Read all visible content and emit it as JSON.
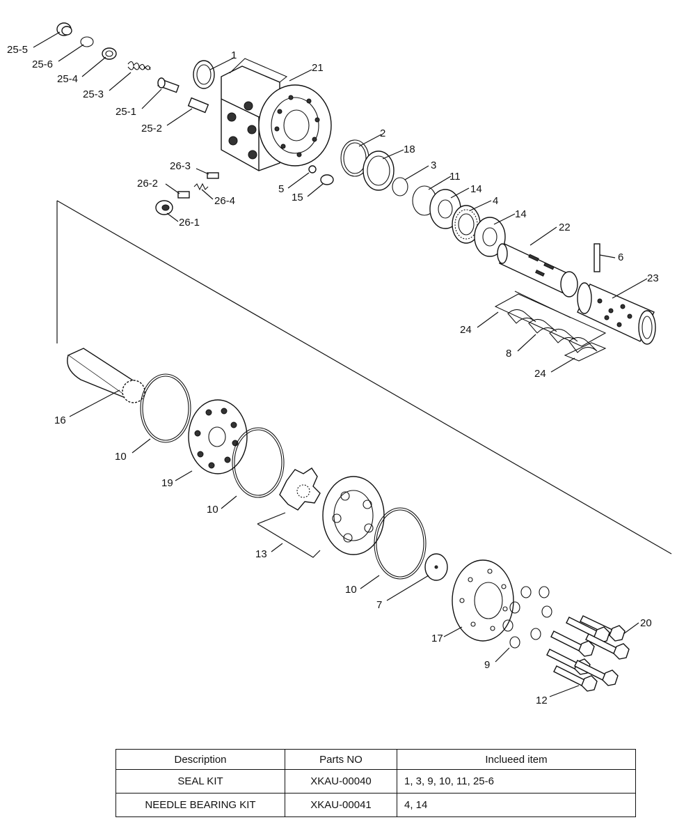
{
  "callouts": [
    {
      "id": "c1",
      "text": "1"
    },
    {
      "id": "c21",
      "text": "21"
    },
    {
      "id": "c25_5",
      "text": "25-5"
    },
    {
      "id": "c25_6",
      "text": "25-6"
    },
    {
      "id": "c25_4",
      "text": "25-4"
    },
    {
      "id": "c25_3",
      "text": "25-3"
    },
    {
      "id": "c25_1",
      "text": "25-1"
    },
    {
      "id": "c25_2",
      "text": "25-2"
    },
    {
      "id": "c2",
      "text": "2"
    },
    {
      "id": "c18",
      "text": "18"
    },
    {
      "id": "c3",
      "text": "3"
    },
    {
      "id": "c11",
      "text": "11"
    },
    {
      "id": "c14a",
      "text": "14"
    },
    {
      "id": "c4",
      "text": "4"
    },
    {
      "id": "c14b",
      "text": "14"
    },
    {
      "id": "c22",
      "text": "22"
    },
    {
      "id": "c6",
      "text": "6"
    },
    {
      "id": "c23",
      "text": "23"
    },
    {
      "id": "c26_3",
      "text": "26-3"
    },
    {
      "id": "c26_2",
      "text": "26-2"
    },
    {
      "id": "c26_4",
      "text": "26-4"
    },
    {
      "id": "c26_1",
      "text": "26-1"
    },
    {
      "id": "c5",
      "text": "5"
    },
    {
      "id": "c15",
      "text": "15"
    },
    {
      "id": "c24a",
      "text": "24"
    },
    {
      "id": "c8",
      "text": "8"
    },
    {
      "id": "c24b",
      "text": "24"
    },
    {
      "id": "c16",
      "text": "16"
    },
    {
      "id": "c10a",
      "text": "10"
    },
    {
      "id": "c19",
      "text": "19"
    },
    {
      "id": "c10b",
      "text": "10"
    },
    {
      "id": "c13",
      "text": "13"
    },
    {
      "id": "c10c",
      "text": "10"
    },
    {
      "id": "c7",
      "text": "7"
    },
    {
      "id": "c17",
      "text": "17"
    },
    {
      "id": "c9",
      "text": "9"
    },
    {
      "id": "c20",
      "text": "20"
    },
    {
      "id": "c12",
      "text": "12"
    }
  ],
  "kit_table": {
    "headers": [
      "Description",
      "Parts NO",
      "Inclueed item"
    ],
    "rows": [
      [
        "SEAL KIT",
        "XKAU-00040",
        "1, 3, 9, 10, 11, 25-6"
      ],
      [
        "NEEDLE BEARING KIT",
        "XKAU-00041",
        "4, 14"
      ]
    ]
  }
}
